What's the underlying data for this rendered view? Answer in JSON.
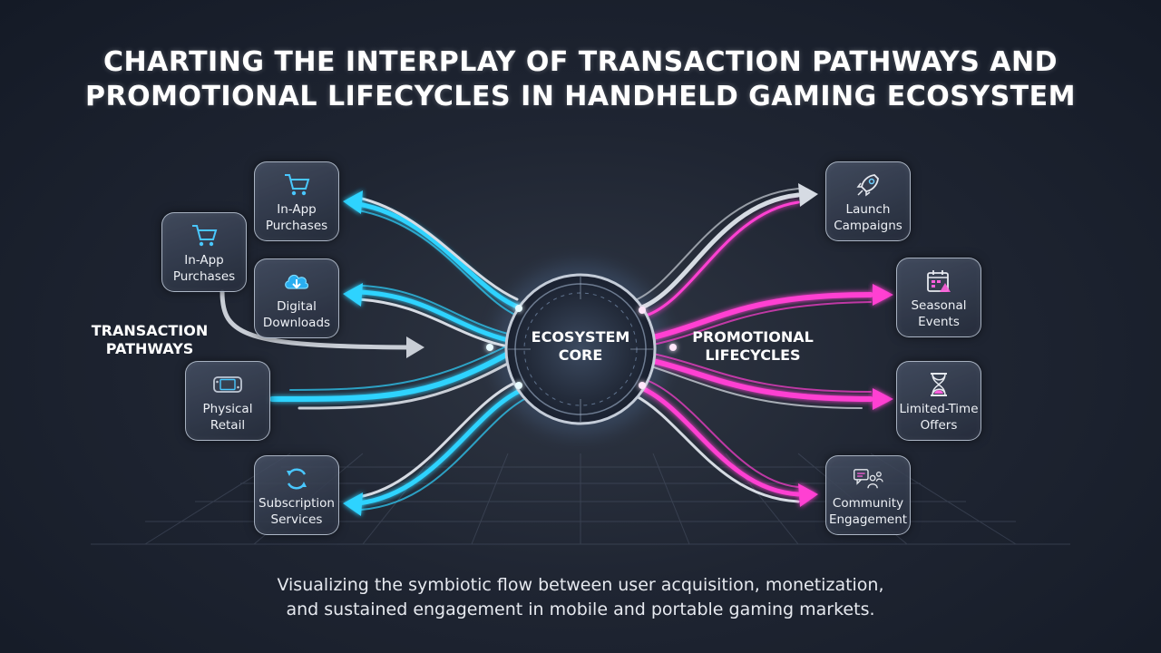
{
  "title_line1": "CHARTING THE INTERPLAY OF TRANSACTION PATHWAYS AND",
  "title_line2": "PROMOTIONAL LIFECYCLES IN HANDHELD GAMING ECOSYSTEM",
  "subtitle_line1": "Visualizing the symbiotic flow between user acquisition, monetization,",
  "subtitle_line2": "and sustained engagement in mobile and portable gaming markets.",
  "core": {
    "line1": "ECOSYSTEM",
    "line2": "CORE"
  },
  "left_section": {
    "line1": "TRANSACTION",
    "line2": "PATHWAYS"
  },
  "right_section": {
    "line1": "PROMOTIONAL",
    "line2": "LIFECYCLES"
  },
  "left_nodes": [
    {
      "l1": "In-App",
      "l2": "Purchases",
      "icon": "shopping-cart-icon"
    },
    {
      "l1": "In-App",
      "l2": "Purchases",
      "icon": "shopping-cart-icon"
    },
    {
      "l1": "Digital",
      "l2": "Downloads",
      "icon": "cloud-download-icon"
    },
    {
      "l1": "Physical",
      "l2": "Retail",
      "icon": "handheld-console-icon"
    },
    {
      "l1": "Subscription",
      "l2": "Services",
      "icon": "refresh-cycle-icon"
    }
  ],
  "right_nodes": [
    {
      "l1": "Launch",
      "l2": "Campaigns",
      "icon": "rocket-icon"
    },
    {
      "l1": "Seasonal",
      "l2": "Events",
      "icon": "calendar-icon"
    },
    {
      "l1": "Limited-Time",
      "l2": "Offers",
      "icon": "hourglass-icon"
    },
    {
      "l1": "Community",
      "l2": "Engagement",
      "icon": "community-chat-icon"
    }
  ],
  "colors": {
    "cyan": "#2fd3ff",
    "magenta": "#ff3fd2",
    "silver": "#c9ced6",
    "background": "#1c2230"
  }
}
